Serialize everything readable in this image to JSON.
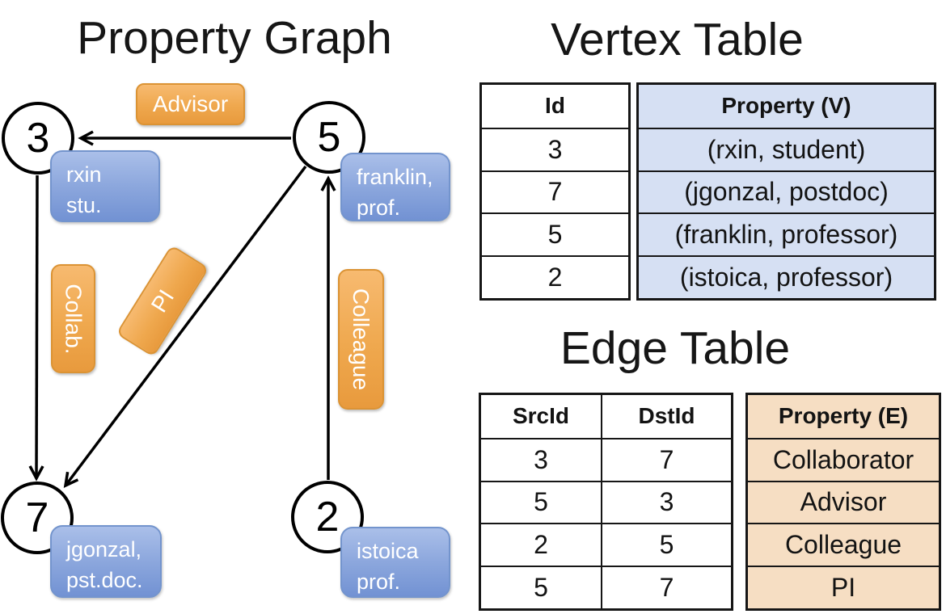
{
  "graph": {
    "title": "Property Graph",
    "nodes": [
      {
        "id": "3",
        "property_lines": [
          "rxin",
          "stu."
        ]
      },
      {
        "id": "5",
        "property_lines": [
          "franklin,",
          "prof."
        ]
      },
      {
        "id": "7",
        "property_lines": [
          "jgonzal,",
          "pst.doc."
        ]
      },
      {
        "id": "2",
        "property_lines": [
          "istoica",
          "prof."
        ]
      }
    ],
    "edges": [
      {
        "label": "Advisor",
        "from": "5",
        "to": "3"
      },
      {
        "label": "Collab.",
        "from": "3",
        "to": "7"
      },
      {
        "label": "PI",
        "from": "5",
        "to": "7"
      },
      {
        "label": "Colleague",
        "from": "2",
        "to": "5"
      }
    ]
  },
  "vertex_table": {
    "title": "Vertex Table",
    "headers": {
      "id": "Id",
      "property": "Property (V)"
    },
    "rows": [
      {
        "id": "3",
        "property": "(rxin, student)"
      },
      {
        "id": "7",
        "property": "(jgonzal, postdoc)"
      },
      {
        "id": "5",
        "property": "(franklin, professor)"
      },
      {
        "id": "2",
        "property": "(istoica, professor)"
      }
    ]
  },
  "edge_table": {
    "title": "Edge Table",
    "headers": {
      "src": "SrcId",
      "dst": "DstId",
      "property": "Property (E)"
    },
    "rows": [
      {
        "src": "3",
        "dst": "7",
        "property": "Collaborator"
      },
      {
        "src": "5",
        "dst": "3",
        "property": "Advisor"
      },
      {
        "src": "2",
        "dst": "5",
        "property": "Colleague"
      },
      {
        "src": "5",
        "dst": "7",
        "property": "PI"
      }
    ]
  },
  "colors": {
    "edge_label_orange": "#EFA84E",
    "property_box_blue": "#8CA7DD",
    "vertex_property_cell": "#D6E0F3",
    "edge_property_cell": "#F6DEC3",
    "line_color": "#000000",
    "table_border": "#161616"
  }
}
